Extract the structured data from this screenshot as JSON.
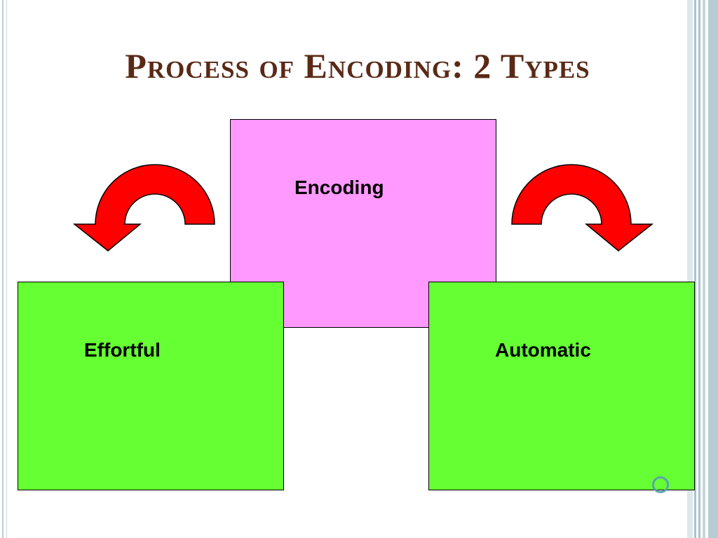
{
  "slide": {
    "title": "Process of Encoding: 2 Types"
  },
  "diagram": {
    "root": {
      "label": "Encoding"
    },
    "branches": [
      {
        "label": "Effortful",
        "direction": "left"
      },
      {
        "label": "Automatic",
        "direction": "right"
      }
    ],
    "arrow_icon": "curved-arrow-icon"
  },
  "colors": {
    "title": "#5a2a17",
    "root_box": "#ff99ff",
    "branch_box": "#66ff33",
    "arrow": "#ff0000",
    "frame_accent": "#a9c3cc",
    "frame_dark": "#7aa6b4"
  }
}
